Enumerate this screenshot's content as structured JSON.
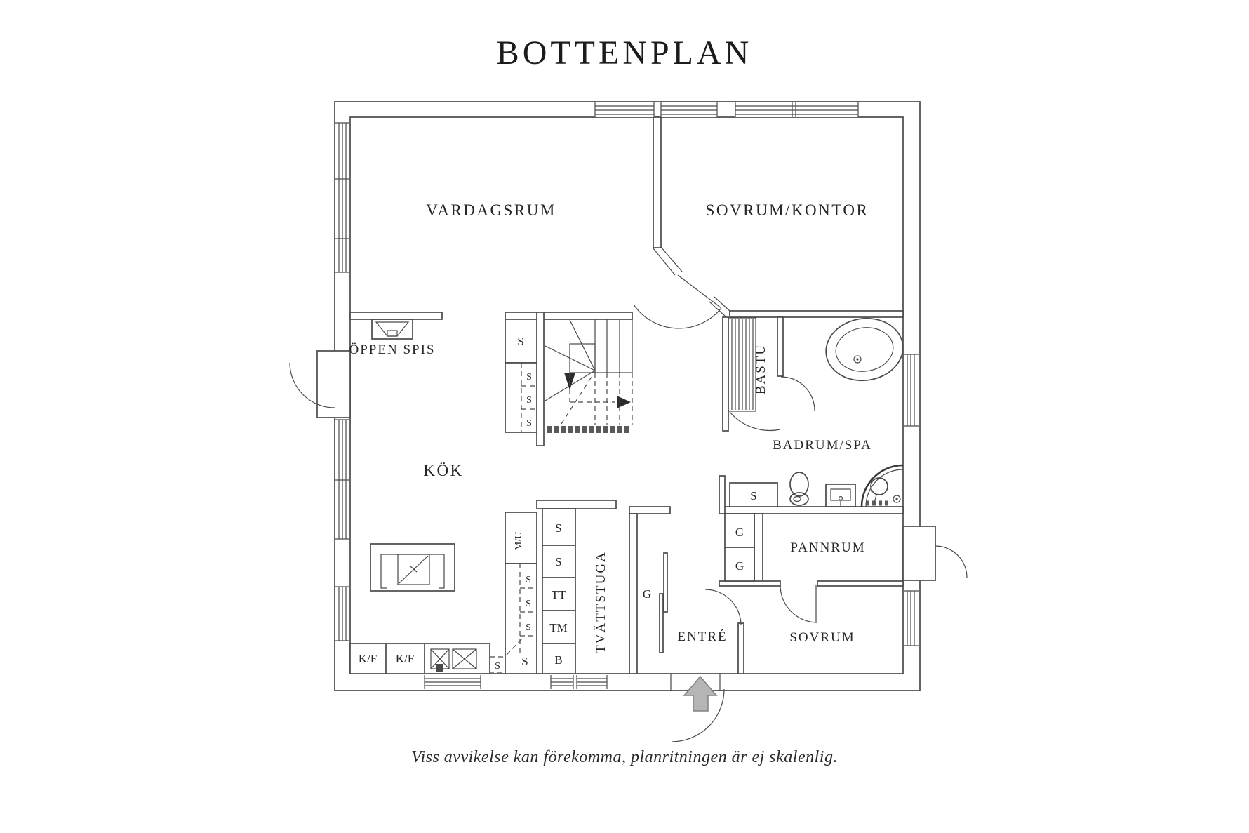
{
  "title": "BOTTENPLAN",
  "disclaimer": "Viss avvikelse kan förekomma, planritningen är ej skalenlig.",
  "rooms": {
    "vardagsrum": "VARDAGSRUM",
    "sovrum_kontor": "SOVRUM/KONTOR",
    "oppen_spis": "ÖPPEN SPIS",
    "kok": "KÖK",
    "bastu": "BASTU",
    "badrum_spa": "BADRUM/SPA",
    "tvattstuga": "TVÄTTSTUGA",
    "entre": "ENTRÉ",
    "pannrum": "PANNRUM",
    "sovrum": "SOVRUM"
  },
  "fixtures": {
    "wardrobe": "S",
    "fridge_freezer": "K/F",
    "micro_oven": "M/U",
    "dryer": "TT",
    "washing_machine": "TM",
    "bench": "B",
    "closet": "G"
  },
  "colors": {
    "line": "#4a4a4a",
    "text": "#262626",
    "arrow_fill": "#b5b5b5",
    "background": "#ffffff"
  }
}
